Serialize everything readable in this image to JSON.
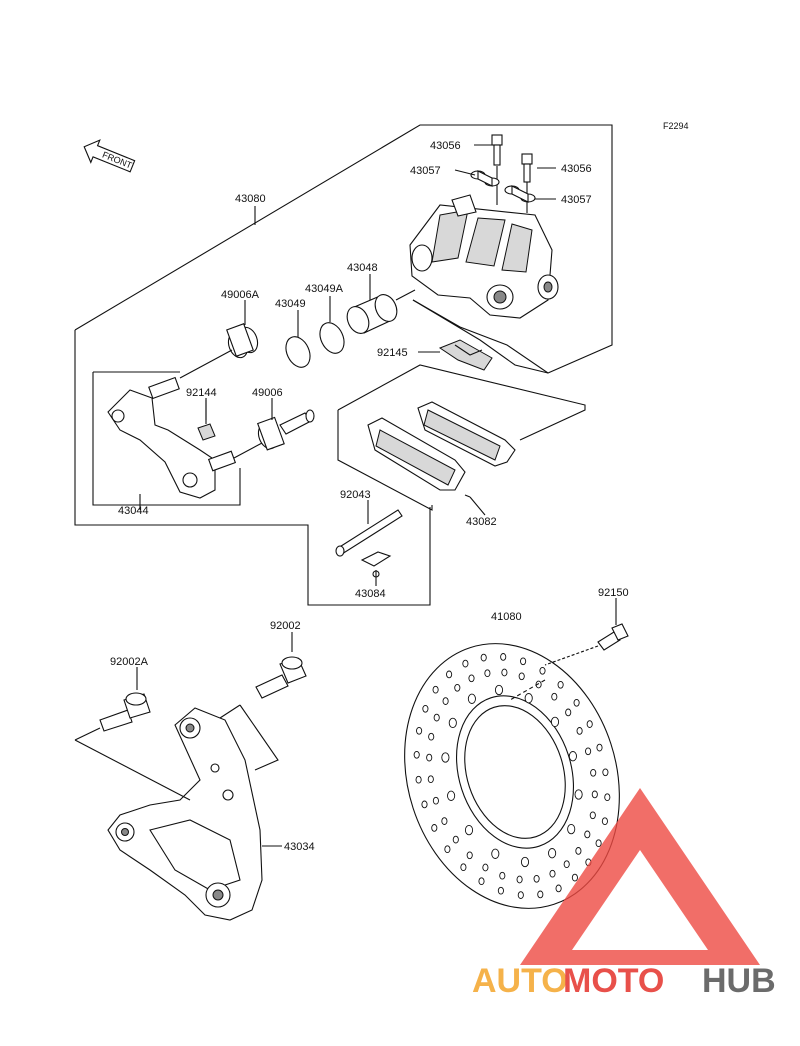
{
  "figure_code": "F2294",
  "front_label": "FRONT",
  "part_labels": {
    "p43056_top": "43056",
    "p43056_right": "43056",
    "p43057_left": "43057",
    "p43057_right": "43057",
    "p43080": "43080",
    "p43048": "43048",
    "p49006A": "49006A",
    "p43049A": "43049A",
    "p43049": "43049",
    "p92145": "92145",
    "p92144": "92144",
    "p49006": "49006",
    "p43044": "43044",
    "p92043": "92043",
    "p43082": "43082",
    "p43084": "43084",
    "p92150": "92150",
    "p41080": "41080",
    "p92002": "92002",
    "p92002A": "92002A",
    "p43034": "43034"
  },
  "watermark": {
    "part1": "AUTO",
    "part2": "MOTO",
    "part3": "HUB",
    "colors": {
      "orange": "#f5b24a",
      "red": "#e8504a",
      "gray": "#6b6b6b",
      "triangle": "#ee4a42"
    }
  }
}
